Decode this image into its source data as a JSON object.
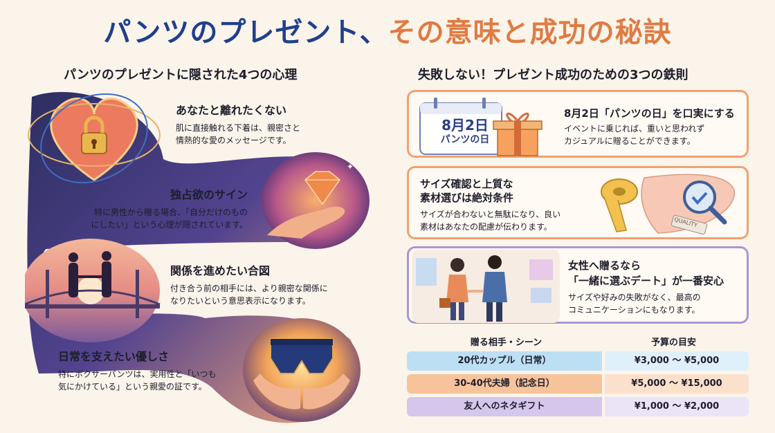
{
  "title": {
    "part1": "パンツのプレゼント、",
    "part2": "その意味と成功の秘訣"
  },
  "left": {
    "heading": "パンツのプレゼントに隠された4つの心理",
    "items": [
      {
        "title": "あなたと離れたくない",
        "body1": "肌に直接触れる下着は、親密さと",
        "body2": "情熱的な愛のメッセージです。"
      },
      {
        "title": "独占欲のサイン",
        "body1": "特に男性から贈る場合、「自分だけのもの",
        "body2": "にしたい」という心理が隠されています。"
      },
      {
        "title": "関係を進めたい合図",
        "body1": "付き合う前の相手には、より親密な関係に",
        "body2": "なりたいという意思表示になります。"
      },
      {
        "title": "日常を支えたい優しさ",
        "body1": "特にボクサーパンツは、実用性と「いつも",
        "body2": "気にかけている」という親愛の証です。"
      }
    ]
  },
  "right": {
    "heading": "失敗しない！プレゼント成功のための3つの鉄則",
    "calendar": {
      "date": "8月2日",
      "label": "パンツの日"
    },
    "quality_tag": "QUALITY",
    "rules": [
      {
        "title": "8月2日「パンツの日」を口実にする",
        "body1": "イベントに乗じれば、重いと思われず",
        "body2": "カジュアルに贈ることができます。"
      },
      {
        "title1": "サイズ確認と上質な",
        "title2": "素材選びは絶対条件",
        "body1": "サイズが合わないと無駄になり、良い",
        "body2": "素材はあなたの配慮が伝わります。"
      },
      {
        "title1": "女性へ贈るなら",
        "title2": "「一緒に選ぶデート」が一番安心",
        "body1": "サイズや好みの失敗がなく、最高の",
        "body2": "コミュニケーションにもなります。"
      }
    ]
  },
  "table": {
    "header_scene": "贈る相手・シーン",
    "header_budget": "予算の目安",
    "rows": [
      {
        "scene": "20代カップル（日常）",
        "budget": "¥3,000 〜 ¥5,000"
      },
      {
        "scene": "30-40代夫婦（記念日）",
        "budget": "¥5,000 〜 ¥15,000"
      },
      {
        "scene": "友人へのネタギフト",
        "budget": "¥1,000 〜 ¥2,000"
      }
    ]
  },
  "colors": {
    "navy": "#1f3f8f",
    "orange": "#e07b43",
    "blue_row": "#bcdff3",
    "orange_row": "#f7c39a",
    "purple_row": "#d5c6ec"
  }
}
